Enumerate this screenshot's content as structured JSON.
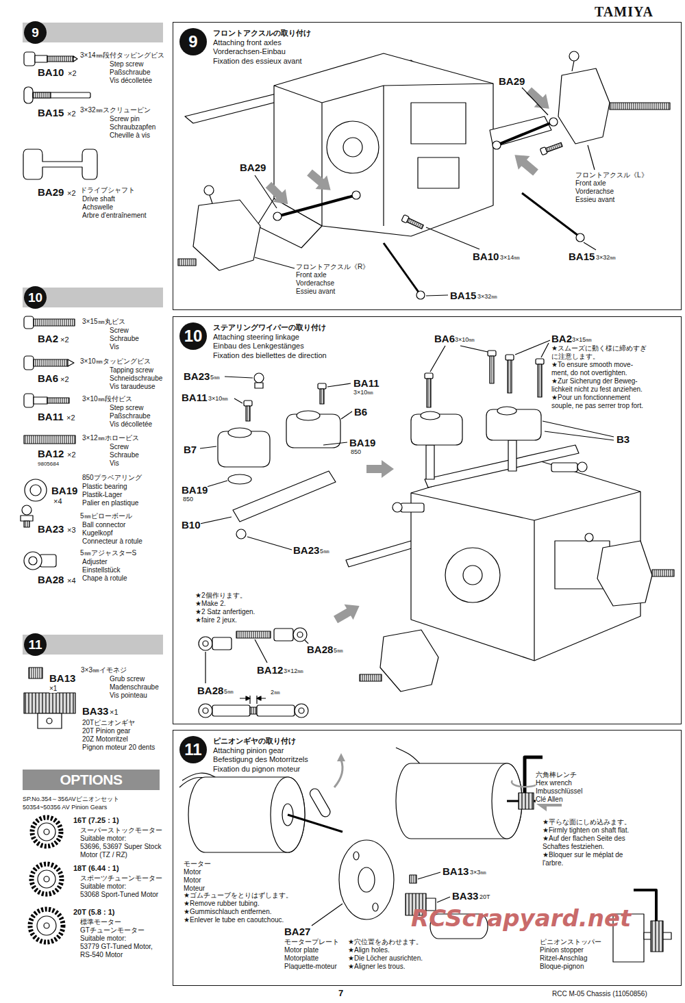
{
  "diagram": {
    "nodes": [
      {
        "text": [
          "9"
        ]
      },
      {
        "text": [
          "9",
          "フロントアクスルの取り付け",
          "Attaching front axles",
          "Vorderachsen-Einbau",
          "Fixation des essieux avant"
        ]
      },
      {
        "text": [
          "10"
        ]
      },
      {
        "text": [
          "10",
          "ステアリングワイパーの取り付け",
          "Attaching steering linkage",
          "Einbau des Lenkgestänges",
          "Fixation des biellettes de direction"
        ]
      },
      {
        "text": [
          "11"
        ]
      },
      {
        "text": [
          "OPTIONS"
        ]
      },
      {
        "text": [
          "11",
          "ピニオンギヤの取り付け",
          "Attaching pinion gear",
          "Befestigung des Motorritzels",
          "Fixation du pignon moteur"
        ]
      }
    ],
    "labels": [
      "TAMIYA",
      "3×14㎜段付タッピングビス",
      "Step screw",
      "Paßschraube",
      "Vis décolletée",
      "BA10",
      "×2",
      "BA15",
      "×2",
      "3×32㎜スクリューピン",
      "Screw pin",
      "Schraubzapfen",
      "Cheville à vis",
      "BA29",
      "×2",
      "ドライブシャフト",
      "Drive shaft",
      "Achswelle",
      "Arbre d'entraînement",
      "3×15㎜丸ビス",
      "Screw",
      "Schraube",
      "Vis",
      "BA2",
      "×2",
      "3×10㎜タッピングビス",
      "Tapping screw",
      "Schneidschraube",
      "Vis taraudeuse",
      "BA6",
      "×2",
      "3×10㎜段付ビス",
      "Step screw",
      "Paßschraube",
      "Vis décolletée",
      "BA11",
      "×2",
      "3×12㎜ホロービス",
      "Screw",
      "Schraube",
      "Vis",
      "BA12",
      "×2",
      "9805684",
      "850プラベアリング",
      "Plastic bearing",
      "Plastik-Lager",
      "Palier en plastique",
      "BA19",
      "×4",
      "5㎜ピローボール",
      "Ball connector",
      "Kugelkopf",
      "Connecteur à rotule",
      "BA23",
      "×3",
      "5㎜アジャスターS",
      "Adjuster",
      "Einstellstück",
      "Chape à rotule",
      "BA28",
      "×4",
      "BA13",
      "×1",
      "3×3㎜イモネジ",
      "Grub screw",
      "Madenschraube",
      "Vis pointeau",
      "BA33",
      "×1",
      "20Tピニオンギヤ",
      "20T Pinion gear",
      "20Z Motorritzel",
      "Pignon moteur 20 dents",
      "SP.No.354～356AVピニオンセット",
      "50354~50356 AV Pinion Gears",
      "16T (7.25 : 1)",
      "スーパーストックモーター",
      "Suitable motor:",
      "53696, 53697 Super Stock",
      "Motor (TZ / RZ)",
      "18T (6.44 : 1)",
      "スポーツチューンモーター",
      "Suitable motor:",
      "53068 Sport-Tuned Motor",
      "20T (5.8 : 1)",
      "標準モーター",
      "GTチューンモーター",
      "Suitable motor:",
      "53779 GT-Tuned Motor,",
      "RS-540 Motor",
      "BA29",
      "BA29",
      "フロントアクスル《L》",
      "Front axle",
      "Vorderachse",
      "Essieu avant",
      "BA10",
      "3×14㎜",
      "BA15",
      "3×32㎜",
      "フロントアクスル《R》",
      "Front axle",
      "Vorderachse",
      "Essieu avant",
      "BA15",
      "3×32㎜",
      "BA23",
      "5㎜",
      "BA11",
      "3×10㎜",
      "BA11",
      "3×10㎜",
      "B6",
      "B7",
      "BA19",
      "850",
      "BA19",
      "850",
      "B10",
      "BA23",
      "5㎜",
      "BA6",
      "3×10㎜",
      "BA2",
      "3×15㎜",
      "★スムーズに動く様に締めすぎ",
      "に注意します。",
      "★To ensure smooth move-",
      "ment, do not overtighten.",
      "★Zur Sicherung der Beweg-",
      "lichkeit nicht zu fest anziehen.",
      "★Pour un fonctionnement",
      "souple, ne pas serrer trop fort.",
      "B3",
      "★2個作ります。",
      "★Make 2.",
      "★2 Satz anfertigen.",
      "★faire 2 jeux.",
      "BA28",
      "5㎜",
      "BA12",
      "3×12㎜",
      "BA28",
      "5㎜",
      "2㎜",
      "六角棒レンチ",
      "Hex wrench",
      "Imbusschlüssel",
      "Clé Allen",
      "★平らな面にしめ込みます。",
      "★Firmly tighten on shaft flat.",
      "★Auf der flachen Seite des",
      "Schaftes festziehen.",
      "★Bloquer sur le méplat de",
      "l'arbre.",
      "モーター",
      "Motor",
      "Motor",
      "Moteur",
      "★ゴムチューブをとりはずします。",
      "★Remove rubber tubing.",
      "★Gummischlauch entfernen.",
      "★Enlever le tube en caoutchouc.",
      "BA13",
      "3×3㎜",
      "BA33",
      "20T",
      "BA27",
      "モータープレート",
      "Motor plate",
      "Motorplatte",
      "Plaquette-moteur",
      "★穴位置をあわせます。",
      "★Align holes.",
      "★Die Löcher ausrichten.",
      "★Aligner les trous.",
      "ピニオンストッパー",
      "Pinion stopper",
      "Ritzel-Anschlag",
      "Bloque-pignon",
      "RCScrapyard.net",
      "7",
      "RCC M-05 Chassis (11050856)"
    ]
  }
}
